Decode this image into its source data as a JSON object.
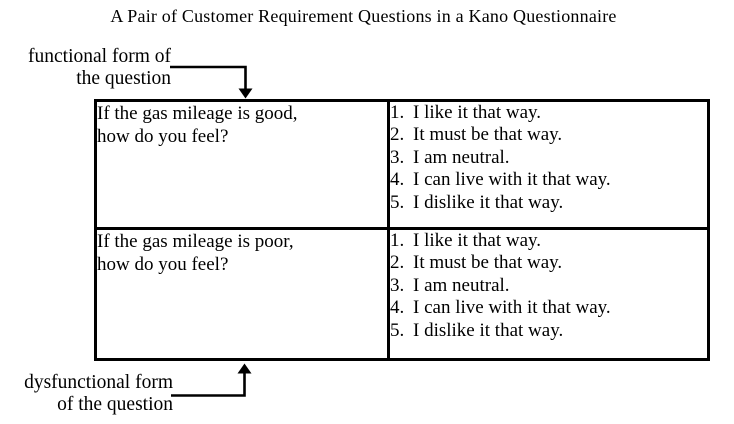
{
  "title": "A Pair of Customer Requirement Questions in a Kano Questionnaire",
  "labels": {
    "functional": "functional form of\nthe question",
    "dysfunctional": "dysfunctional form\nof the question"
  },
  "table": {
    "rows": [
      {
        "question": "If the gas mileage is good,\nhow do you feel?",
        "options": [
          {
            "n": "1.",
            "label": "I like it that way."
          },
          {
            "n": "2.",
            "label": "It must be that way."
          },
          {
            "n": "3.",
            "label": "I am neutral."
          },
          {
            "n": "4.",
            "label": "I can live with it that way."
          },
          {
            "n": "5.",
            "label": "I dislike it that way."
          }
        ]
      },
      {
        "question": "If the gas mileage is poor,\nhow do you feel?",
        "options": [
          {
            "n": "1.",
            "label": "I like it that way."
          },
          {
            "n": "2.",
            "label": "It must be that way."
          },
          {
            "n": "3.",
            "label": "I am neutral."
          },
          {
            "n": "4.",
            "label": "I can live with it that way."
          },
          {
            "n": "5.",
            "label": "I dislike it that way."
          }
        ]
      }
    ]
  },
  "colors": {
    "text": "#000000",
    "border": "#000000",
    "background": "#ffffff"
  }
}
